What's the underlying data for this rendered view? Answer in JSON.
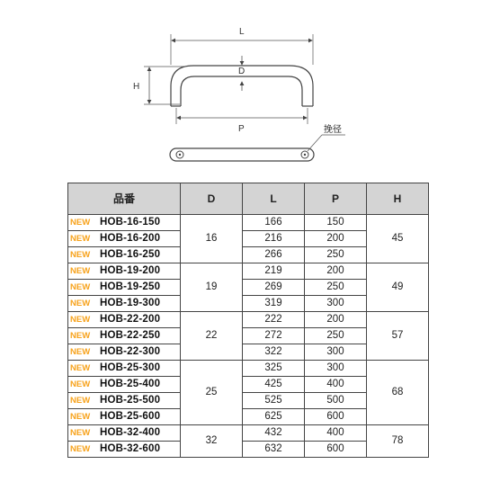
{
  "diagram": {
    "labels": {
      "L": "L",
      "D": "D",
      "H": "H",
      "P": "P",
      "hole": "挽径"
    }
  },
  "table": {
    "headers": [
      "品番",
      "D",
      "L",
      "P",
      "H"
    ],
    "new_label": "NEW",
    "groups": [
      {
        "D": "16",
        "H": "45",
        "rows": [
          {
            "model": "HOB-16-150",
            "L": "166",
            "P": "150"
          },
          {
            "model": "HOB-16-200",
            "L": "216",
            "P": "200"
          },
          {
            "model": "HOB-16-250",
            "L": "266",
            "P": "250"
          }
        ]
      },
      {
        "D": "19",
        "H": "49",
        "rows": [
          {
            "model": "HOB-19-200",
            "L": "219",
            "P": "200"
          },
          {
            "model": "HOB-19-250",
            "L": "269",
            "P": "250"
          },
          {
            "model": "HOB-19-300",
            "L": "319",
            "P": "300"
          }
        ]
      },
      {
        "D": "22",
        "H": "57",
        "rows": [
          {
            "model": "HOB-22-200",
            "L": "222",
            "P": "200"
          },
          {
            "model": "HOB-22-250",
            "L": "272",
            "P": "250"
          },
          {
            "model": "HOB-22-300",
            "L": "322",
            "P": "300"
          }
        ]
      },
      {
        "D": "25",
        "H": "68",
        "rows": [
          {
            "model": "HOB-25-300",
            "L": "325",
            "P": "300"
          },
          {
            "model": "HOB-25-400",
            "L": "425",
            "P": "400"
          },
          {
            "model": "HOB-25-500",
            "L": "525",
            "P": "500"
          },
          {
            "model": "HOB-25-600",
            "L": "625",
            "P": "600"
          }
        ]
      },
      {
        "D": "32",
        "H": "78",
        "rows": [
          {
            "model": "HOB-32-400",
            "L": "432",
            "P": "400"
          },
          {
            "model": "HOB-32-600",
            "L": "632",
            "P": "600"
          }
        ]
      }
    ]
  },
  "colors": {
    "new_badge": "#f7a21b",
    "header_bg": "#d4d4d4",
    "border": "#444444"
  }
}
